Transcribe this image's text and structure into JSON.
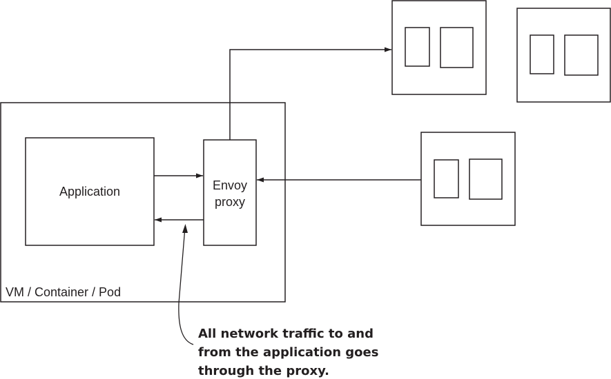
{
  "labels": {
    "application": "Application",
    "envoy_line1": "Envoy",
    "envoy_line2": "proxy",
    "container": "VM / Container / Pod"
  },
  "annotation": {
    "line1": "All network traffic to and",
    "line2": "from the application goes",
    "line3": "through the proxy."
  },
  "colors": {
    "stroke": "#231f20",
    "background": "#ffffff"
  }
}
